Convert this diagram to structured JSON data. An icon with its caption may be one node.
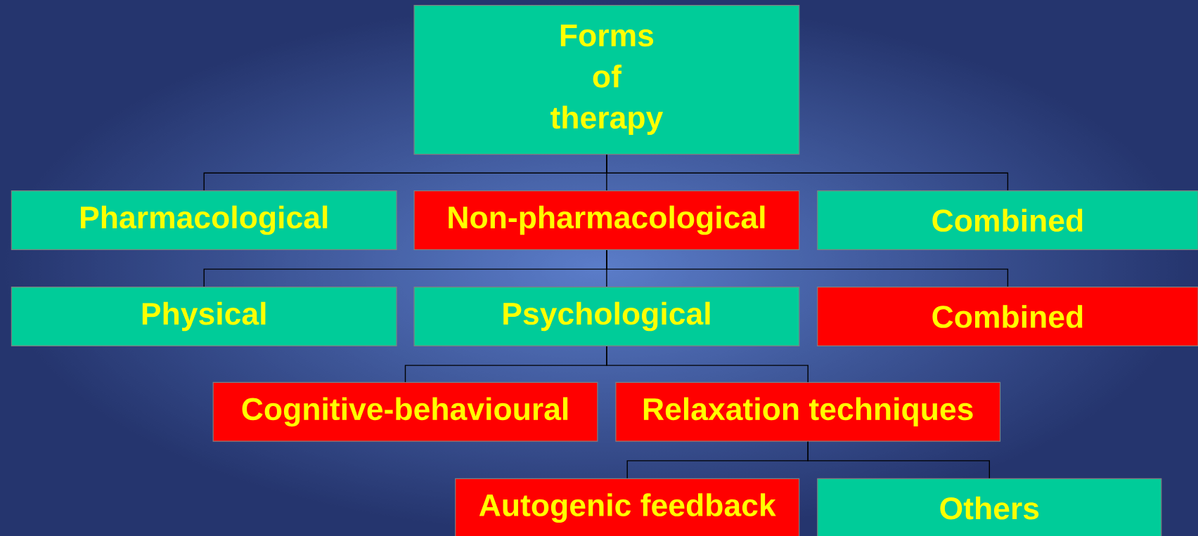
{
  "diagram": {
    "nodes": [
      {
        "text": [
          "Forms of therapy"
        ]
      },
      {
        "text": [
          "Pharmacological"
        ]
      },
      {
        "text": [
          "Non-pharmacological"
        ]
      },
      {
        "text": [
          "Combined"
        ]
      },
      {
        "text": [
          "Physical"
        ]
      },
      {
        "text": [
          "Psychological"
        ]
      },
      {
        "text": [
          "Combined"
        ]
      },
      {
        "text": [
          "Cognitive-behavioural"
        ]
      },
      {
        "text": [
          "Relaxation techniques"
        ]
      },
      {
        "text": [
          "Autogenic feedback"
        ]
      },
      {
        "text": [
          "Others"
        ]
      }
    ],
    "edges": [
      {
        "from": 0,
        "to": 1,
        "arrow": "none"
      },
      {
        "from": 0,
        "to": 2,
        "arrow": "none"
      },
      {
        "from": 0,
        "to": 3,
        "arrow": "none"
      },
      {
        "from": 2,
        "to": 4,
        "arrow": "none"
      },
      {
        "from": 2,
        "to": 5,
        "arrow": "none"
      },
      {
        "from": 2,
        "to": 6,
        "arrow": "none"
      },
      {
        "from": 5,
        "to": 7,
        "arrow": "none"
      },
      {
        "from": 5,
        "to": 8,
        "arrow": "none"
      },
      {
        "from": 8,
        "to": 9,
        "arrow": "none"
      },
      {
        "from": 8,
        "to": 10,
        "arrow": "none"
      }
    ]
  }
}
